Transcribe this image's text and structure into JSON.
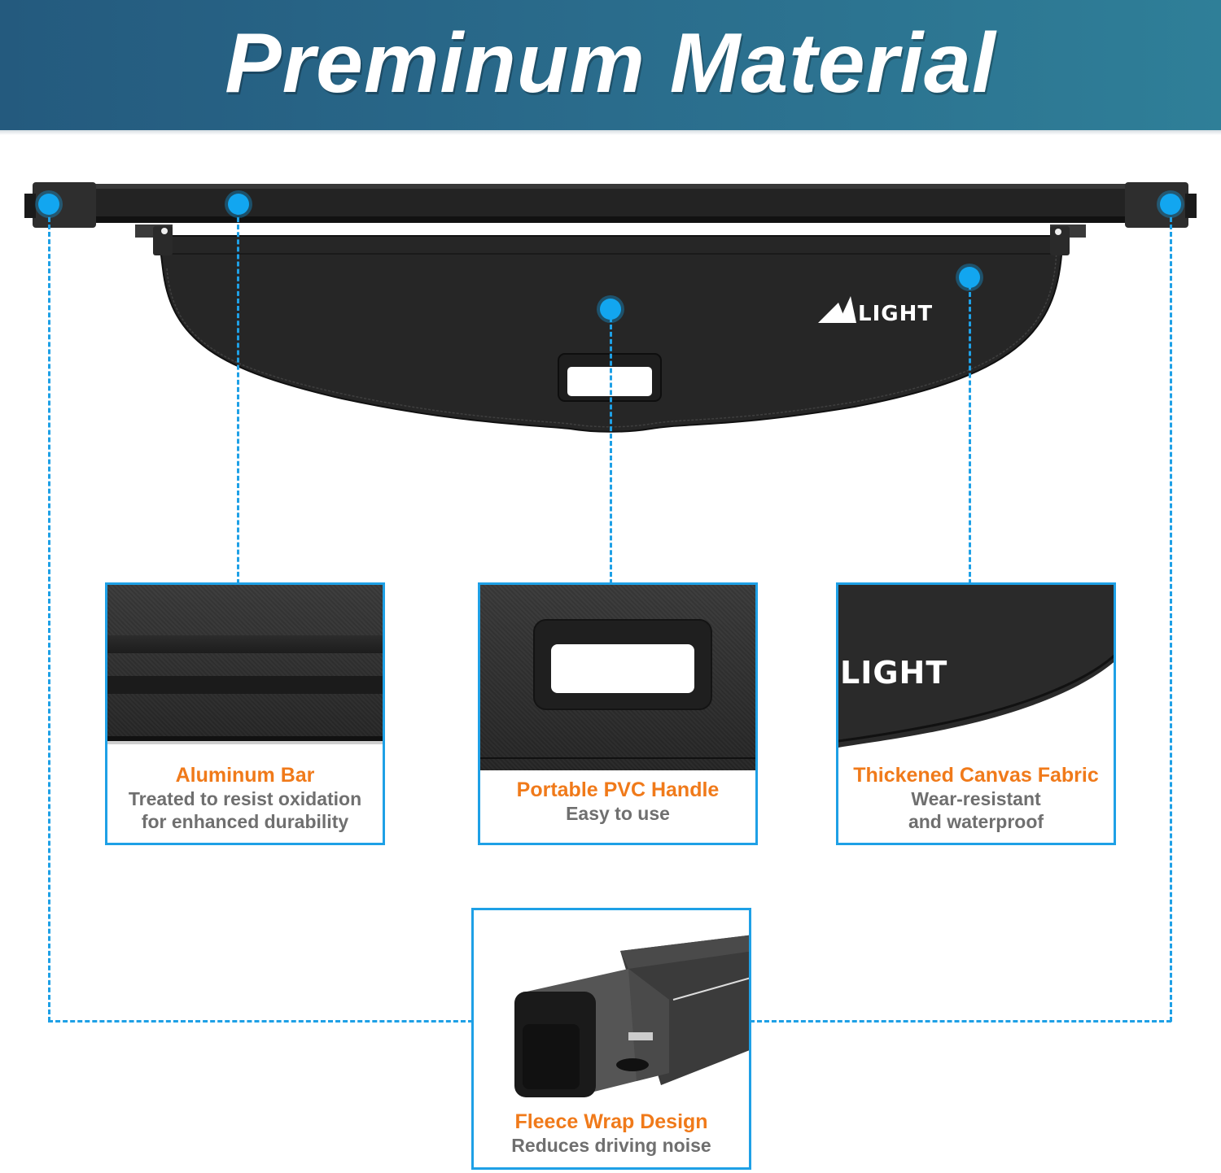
{
  "header": {
    "title": "Preminum Material"
  },
  "product": {
    "brand_logo_text": "LIGHT",
    "description": "Retractable cargo cover with aluminum bar, canvas fabric shade and PVC handle",
    "callout_color": "#1ea0e6",
    "dot_color": "#12a6f0"
  },
  "features": [
    {
      "title": "Aluminum Bar",
      "subtitle_lines": [
        "Treated to resist oxidation",
        "for enhanced durability"
      ],
      "icon": "aluminum-bar-closeup"
    },
    {
      "title": "Portable PVC Handle",
      "subtitle_lines": [
        "Easy to use"
      ],
      "icon": "pvc-handle-closeup"
    },
    {
      "title": "Thickened Canvas Fabric",
      "subtitle_lines": [
        "Wear-resistant",
        "and waterproof"
      ],
      "icon": "canvas-fabric-closeup",
      "logo_fragment": "LIGHT"
    },
    {
      "title": "Fleece Wrap Design",
      "subtitle_lines": [
        "Reduces driving noise"
      ],
      "icon": "fleece-end-cap-closeup"
    }
  ],
  "colors": {
    "banner_start": "#245a7e",
    "banner_end": "#2f7f98",
    "title_orange": "#f07a1a",
    "subtitle_gray": "#6f6f6f"
  }
}
